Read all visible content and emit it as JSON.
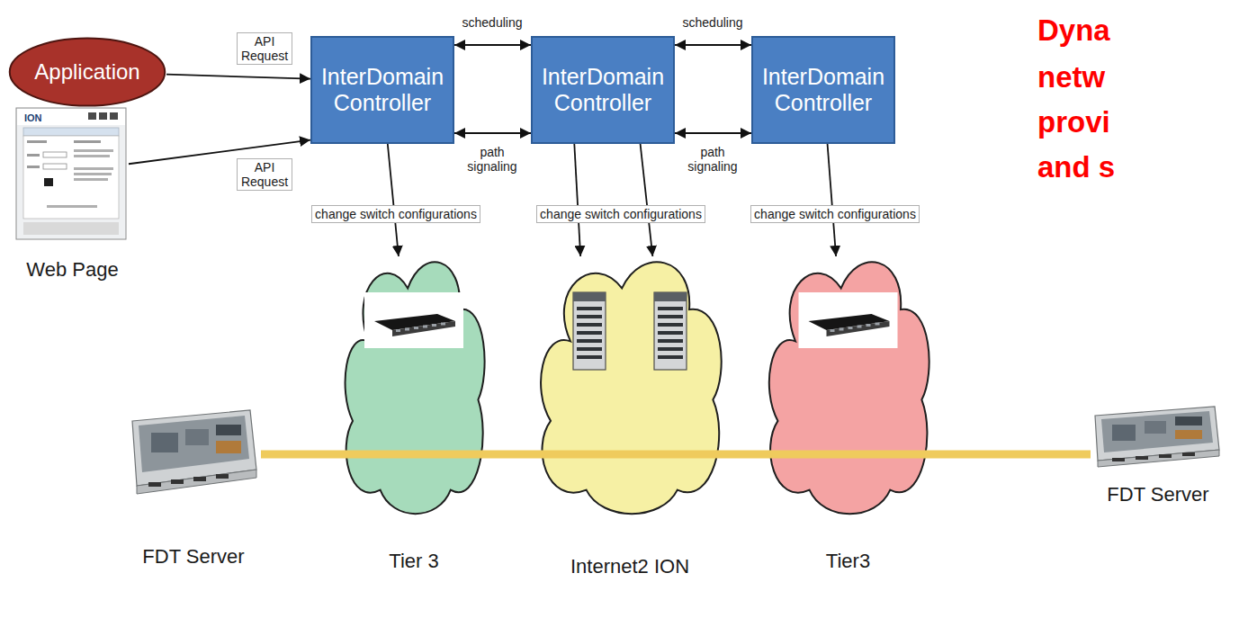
{
  "diagram": {
    "nodes": [
      {
        "text": [
          "Application"
        ]
      },
      {
        "text": [
          "Web Page"
        ]
      },
      {
        "text": [
          "InterDomain Controller"
        ]
      },
      {
        "text": [
          "InterDomain Controller"
        ]
      },
      {
        "text": [
          "InterDomain Controller"
        ]
      },
      {
        "text": [
          "FDT Server"
        ]
      },
      {
        "text": [
          "Tier 3"
        ]
      },
      {
        "text": [
          "Internet2 ION"
        ]
      },
      {
        "text": [
          "Tier3"
        ]
      },
      {
        "text": [
          "FDT Server"
        ]
      }
    ],
    "edges": [
      {
        "from": 0,
        "to": 2,
        "arrow": "to",
        "label": "API Request"
      },
      {
        "from": 1,
        "to": 2,
        "arrow": "to",
        "label": "API Request"
      },
      {
        "from": 2,
        "to": 3,
        "arrow": "both",
        "label": "scheduling"
      },
      {
        "from": 2,
        "to": 3,
        "arrow": "both",
        "label": "path signaling"
      },
      {
        "from": 3,
        "to": 4,
        "arrow": "both",
        "label": "scheduling"
      },
      {
        "from": 3,
        "to": 4,
        "arrow": "both",
        "label": "path signaling"
      },
      {
        "from": 2,
        "to": 6,
        "arrow": "to",
        "label": "change switch configurations"
      },
      {
        "from": 3,
        "to": 7,
        "arrow": "to",
        "label": "change switch configurations"
      },
      {
        "from": 3,
        "to": 7,
        "arrow": "to"
      },
      {
        "from": 4,
        "to": 8,
        "arrow": "to",
        "label": "change switch configurations"
      },
      {
        "from": 5,
        "to": 6,
        "arrow": "none"
      },
      {
        "from": 6,
        "to": 7,
        "arrow": "none"
      },
      {
        "from": 7,
        "to": 8,
        "arrow": "none"
      },
      {
        "from": 8,
        "to": 9,
        "arrow": "none"
      }
    ],
    "labels": [
      "Dyna",
      "netw",
      "provi",
      "and s",
      "ION"
    ]
  }
}
